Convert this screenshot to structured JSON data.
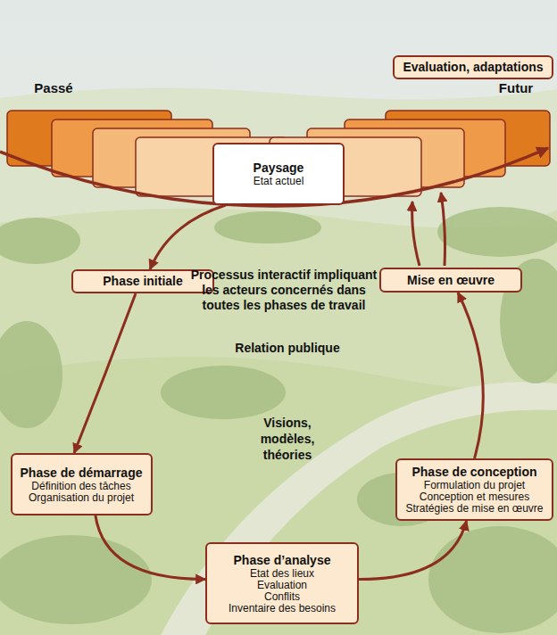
{
  "diagram": {
    "nodes": [
      {
        "text": [
          "Evaluation, adaptations"
        ]
      },
      {
        "text": [
          "Paysage",
          "Etat actuel"
        ]
      },
      {
        "text": [
          "Phase initiale"
        ]
      },
      {
        "text": [
          "Mise en œuvre"
        ]
      },
      {
        "text": [
          "Phase de démarrage",
          "Définition des tâches",
          "Organisation du projet"
        ]
      },
      {
        "text": [
          "Phase de conception",
          "Formulation du projet",
          "Conception et mesures",
          "Stratégies de mise en œuvre"
        ]
      },
      {
        "text": [
          "Phase d’analyse",
          "Etat des lieux",
          "Evaluation",
          "Conflits",
          "Inventaire des besoins"
        ]
      }
    ],
    "edges": [
      {
        "from": 1,
        "to": 2,
        "arrow": "to"
      },
      {
        "from": 2,
        "to": 4,
        "arrow": "to"
      },
      {
        "from": 4,
        "to": 6,
        "arrow": "to"
      },
      {
        "from": 6,
        "to": 5,
        "arrow": "to"
      },
      {
        "from": 5,
        "to": 3,
        "arrow": "to"
      }
    ],
    "labels": [
      "Passé",
      "Futur",
      "Processus interactif impliquant les acteurs concernés dans toutes les phases de travail",
      "Relation publique",
      "Visions, modèles, théories"
    ]
  }
}
